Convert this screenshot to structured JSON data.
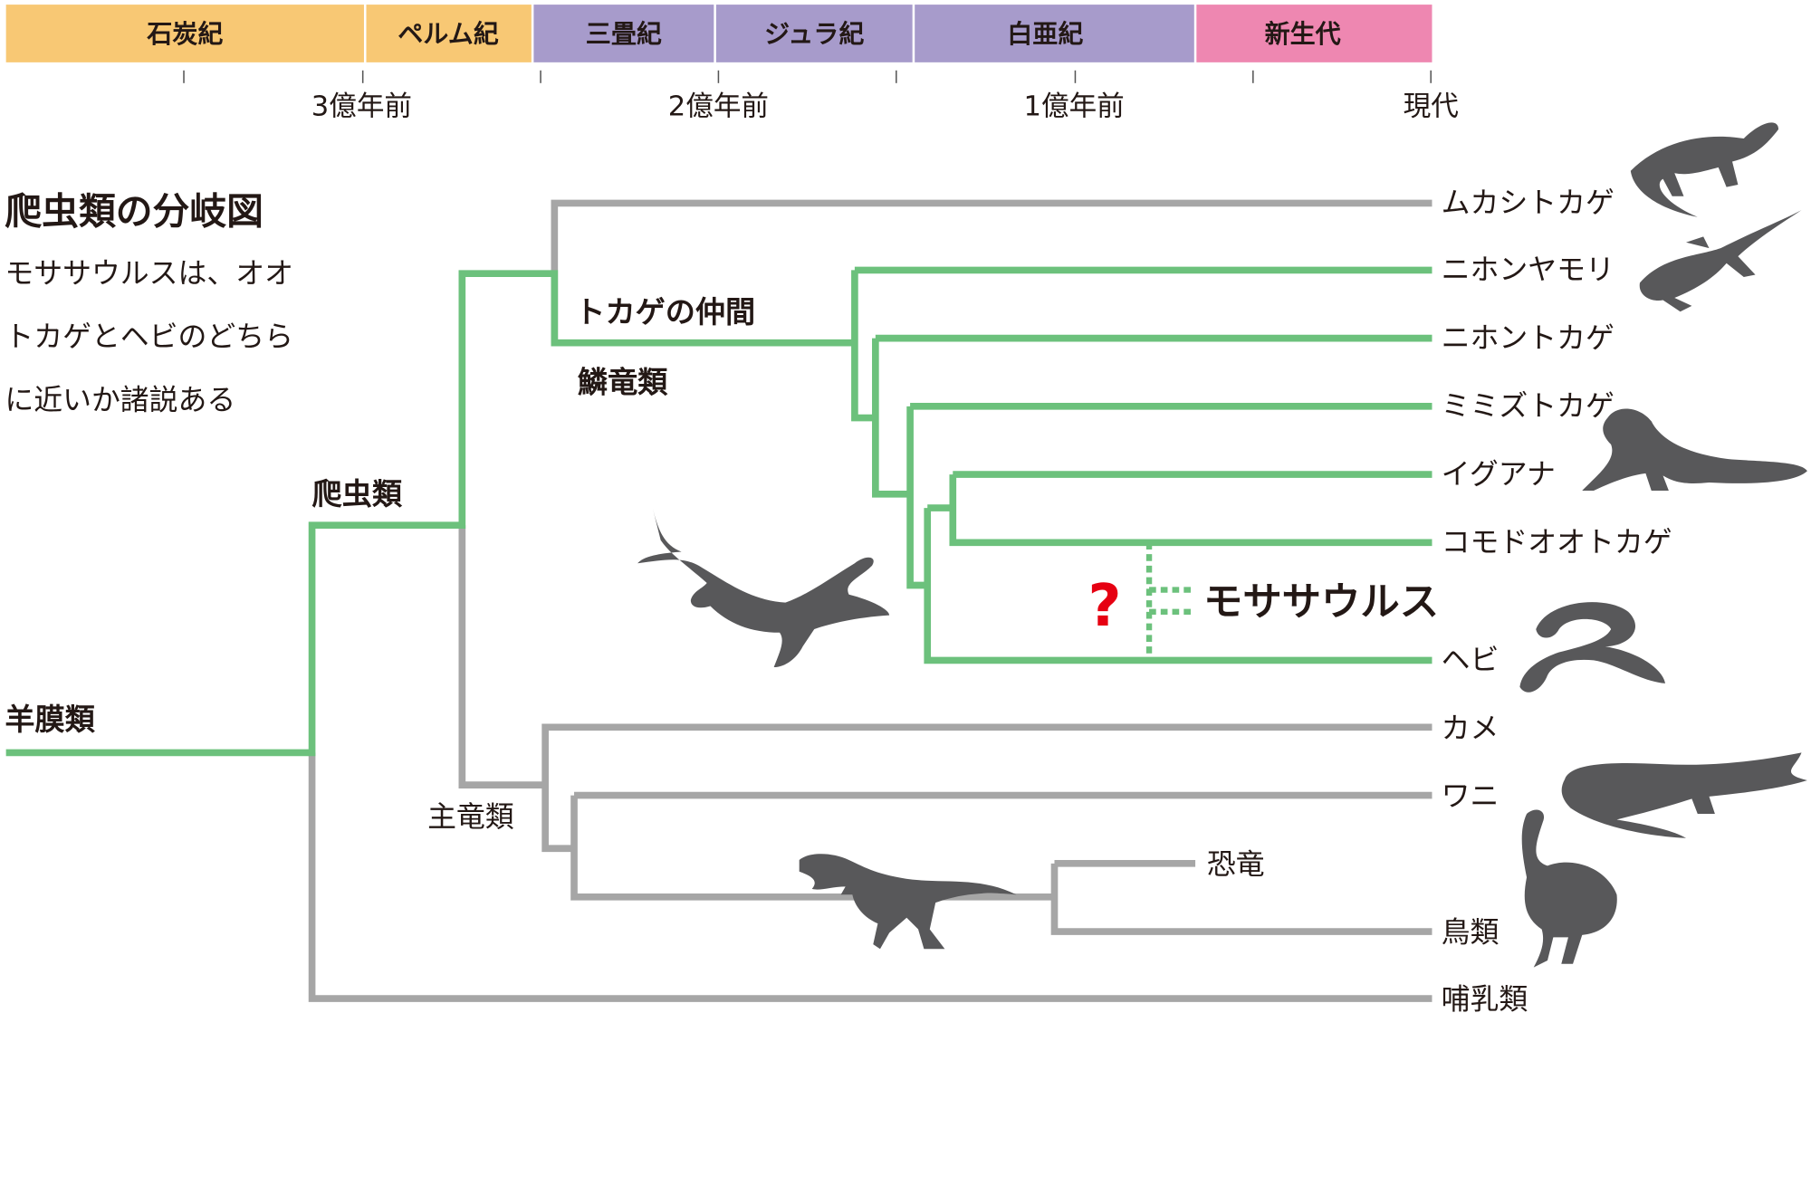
{
  "timeline": {
    "periods": [
      {
        "label": "石炭紀",
        "color": "#f8c874"
      },
      {
        "label": "ペルム紀",
        "color": "#f8c874"
      },
      {
        "label": "三畳紀",
        "color": "#a79bcb"
      },
      {
        "label": "ジュラ紀",
        "color": "#a79bcb"
      },
      {
        "label": "白亜紀",
        "color": "#a79bcb"
      },
      {
        "label": "新生代",
        "color": "#ee87b1"
      }
    ],
    "ticks": [
      "3億年前",
      "2億年前",
      "1億年前",
      "現代"
    ]
  },
  "title": "爬虫類の分岐図",
  "description": [
    "モササウルスは、オオ",
    "トカゲとヘビのどちら",
    "に近いか諸説ある"
  ],
  "clades": {
    "amniota": "羊膜類",
    "reptilia": "爬虫類",
    "lizards": "トカゲの仲間",
    "lepidosauria": "鱗竜類",
    "archosauromorpha": "主竜類"
  },
  "taxa": [
    "ムカシトカゲ",
    "ニホンヤモリ",
    "ニホントカゲ",
    "ミミズトカゲ",
    "イグアナ",
    "コモドオオトカゲ",
    "ヘビ",
    "カメ",
    "ワニ",
    "恐竜",
    "鳥類",
    "哺乳類"
  ],
  "mosasaur": {
    "label": "モササウルス",
    "uncertain": "?",
    "question_color": "#e60012"
  }
}
